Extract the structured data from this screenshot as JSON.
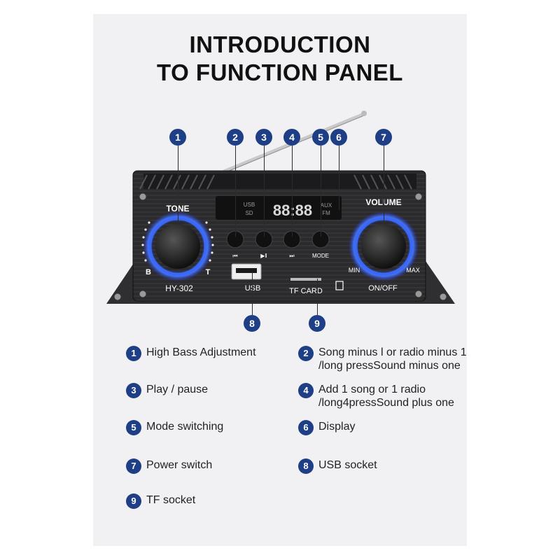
{
  "title": {
    "line1": "INTRODUCTION",
    "line2": "TO FUNCTION PANEL"
  },
  "device": {
    "tone_label": "TONE",
    "bass_mark": "B",
    "treble_mark": "T",
    "model": "HY-302",
    "volume_label": "VOLUME",
    "min_label": "MIN",
    "max_label": "MAX",
    "onoff_label": "ON/OFF",
    "usb_label": "USB",
    "tf_label": "TF CARD",
    "mode_label": "MODE",
    "display_digits": "88:88",
    "display_usb": "USB",
    "display_sd": "SD",
    "display_aux": "AUX",
    "display_fm": "FM"
  },
  "callouts": [
    "1",
    "2",
    "3",
    "4",
    "5",
    "6",
    "7",
    "8",
    "9"
  ],
  "legend": [
    {
      "num": "1",
      "text": [
        "High Bass Adjustment"
      ]
    },
    {
      "num": "2",
      "text": [
        "Song minus l or radio minus 1",
        "/long pressSound minus one"
      ]
    },
    {
      "num": "3",
      "text": [
        "Play / pause"
      ]
    },
    {
      "num": "4",
      "text": [
        "Add 1 song or 1 radio",
        "/long4pressSound plus one"
      ]
    },
    {
      "num": "5",
      "text": [
        "Mode switching"
      ]
    },
    {
      "num": "6",
      "text": [
        "Display"
      ]
    },
    {
      "num": "7",
      "text": [
        "Power switch"
      ]
    },
    {
      "num": "8",
      "text": [
        "USB socket"
      ]
    },
    {
      "num": "9",
      "text": [
        "TF socket"
      ]
    }
  ],
  "colors": {
    "badge": "#1e3f85",
    "panel": "#2a2a2c",
    "knob_glow": "#3a6bff",
    "card": "#f1f1f3"
  }
}
